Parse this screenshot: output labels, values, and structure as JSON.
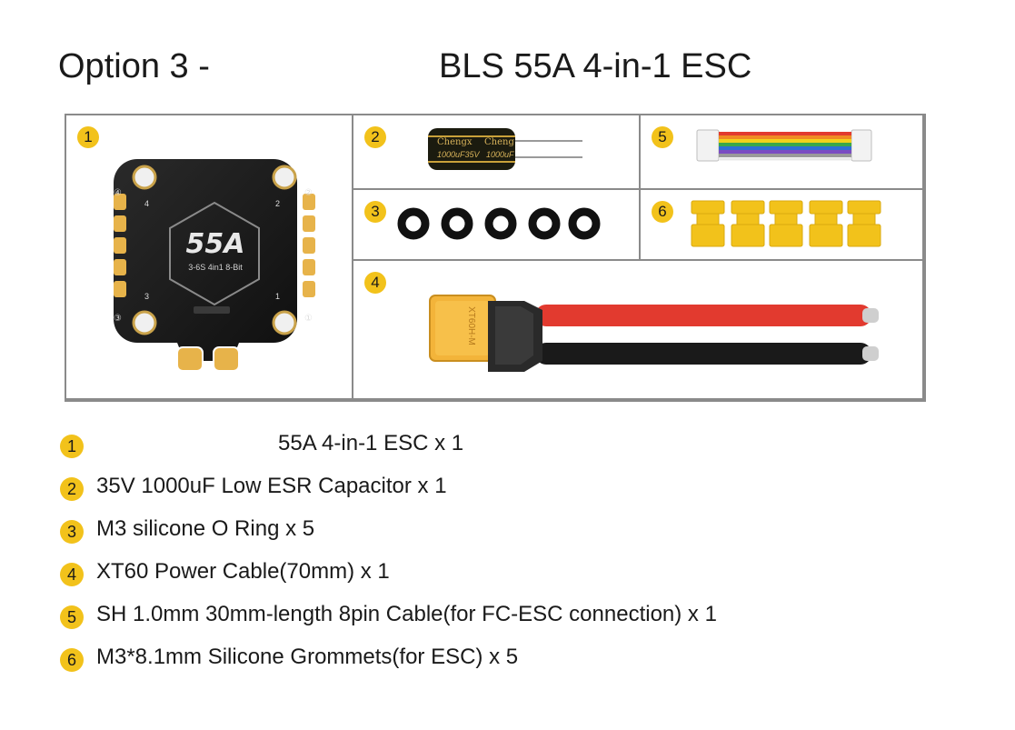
{
  "header": {
    "title_left": "Option 3 -",
    "title_right": "BLS 55A 4-in-1 ESC"
  },
  "board": {
    "model": "55A",
    "spec": "3-6S 4in1 8-Bit",
    "motor_labels": [
      "4",
      "2",
      "3",
      "1"
    ],
    "corner_labels": [
      "④",
      "②",
      "③",
      "①"
    ],
    "minus": "−",
    "plus": "+"
  },
  "capacitor": {
    "brand": "Chengx",
    "brand2": "Cheng",
    "rating": "1000uF35V",
    "rating2": "1000uF"
  },
  "connector": {
    "label": "XT60H-M"
  },
  "cells": [
    {
      "num": "1"
    },
    {
      "num": "2"
    },
    {
      "num": "3"
    },
    {
      "num": "4"
    },
    {
      "num": "5"
    },
    {
      "num": "6"
    }
  ],
  "items": [
    {
      "num": "1",
      "text": "55A 4-in-1 ESC x 1"
    },
    {
      "num": "2",
      "text": "35V 1000uF Low ESR Capacitor x 1"
    },
    {
      "num": "3",
      "text": "M3 silicone O Ring x 5"
    },
    {
      "num": "4",
      "text": "XT60 Power Cable(70mm) x 1"
    },
    {
      "num": "5",
      "text": "SH 1.0mm 30mm-length 8pin Cable(for FC-ESC connection) x 1"
    },
    {
      "num": "6",
      "text": "M3*8.1mm Silicone Grommets(for ESC) x 5"
    }
  ],
  "colors": {
    "badge": "#f2c21b",
    "grommet": "#f2c21b",
    "pad": "#e7b34a",
    "board": "#1c1c1c",
    "cable_red": "#e23a2f",
    "cable_black": "#1a1a1a"
  }
}
